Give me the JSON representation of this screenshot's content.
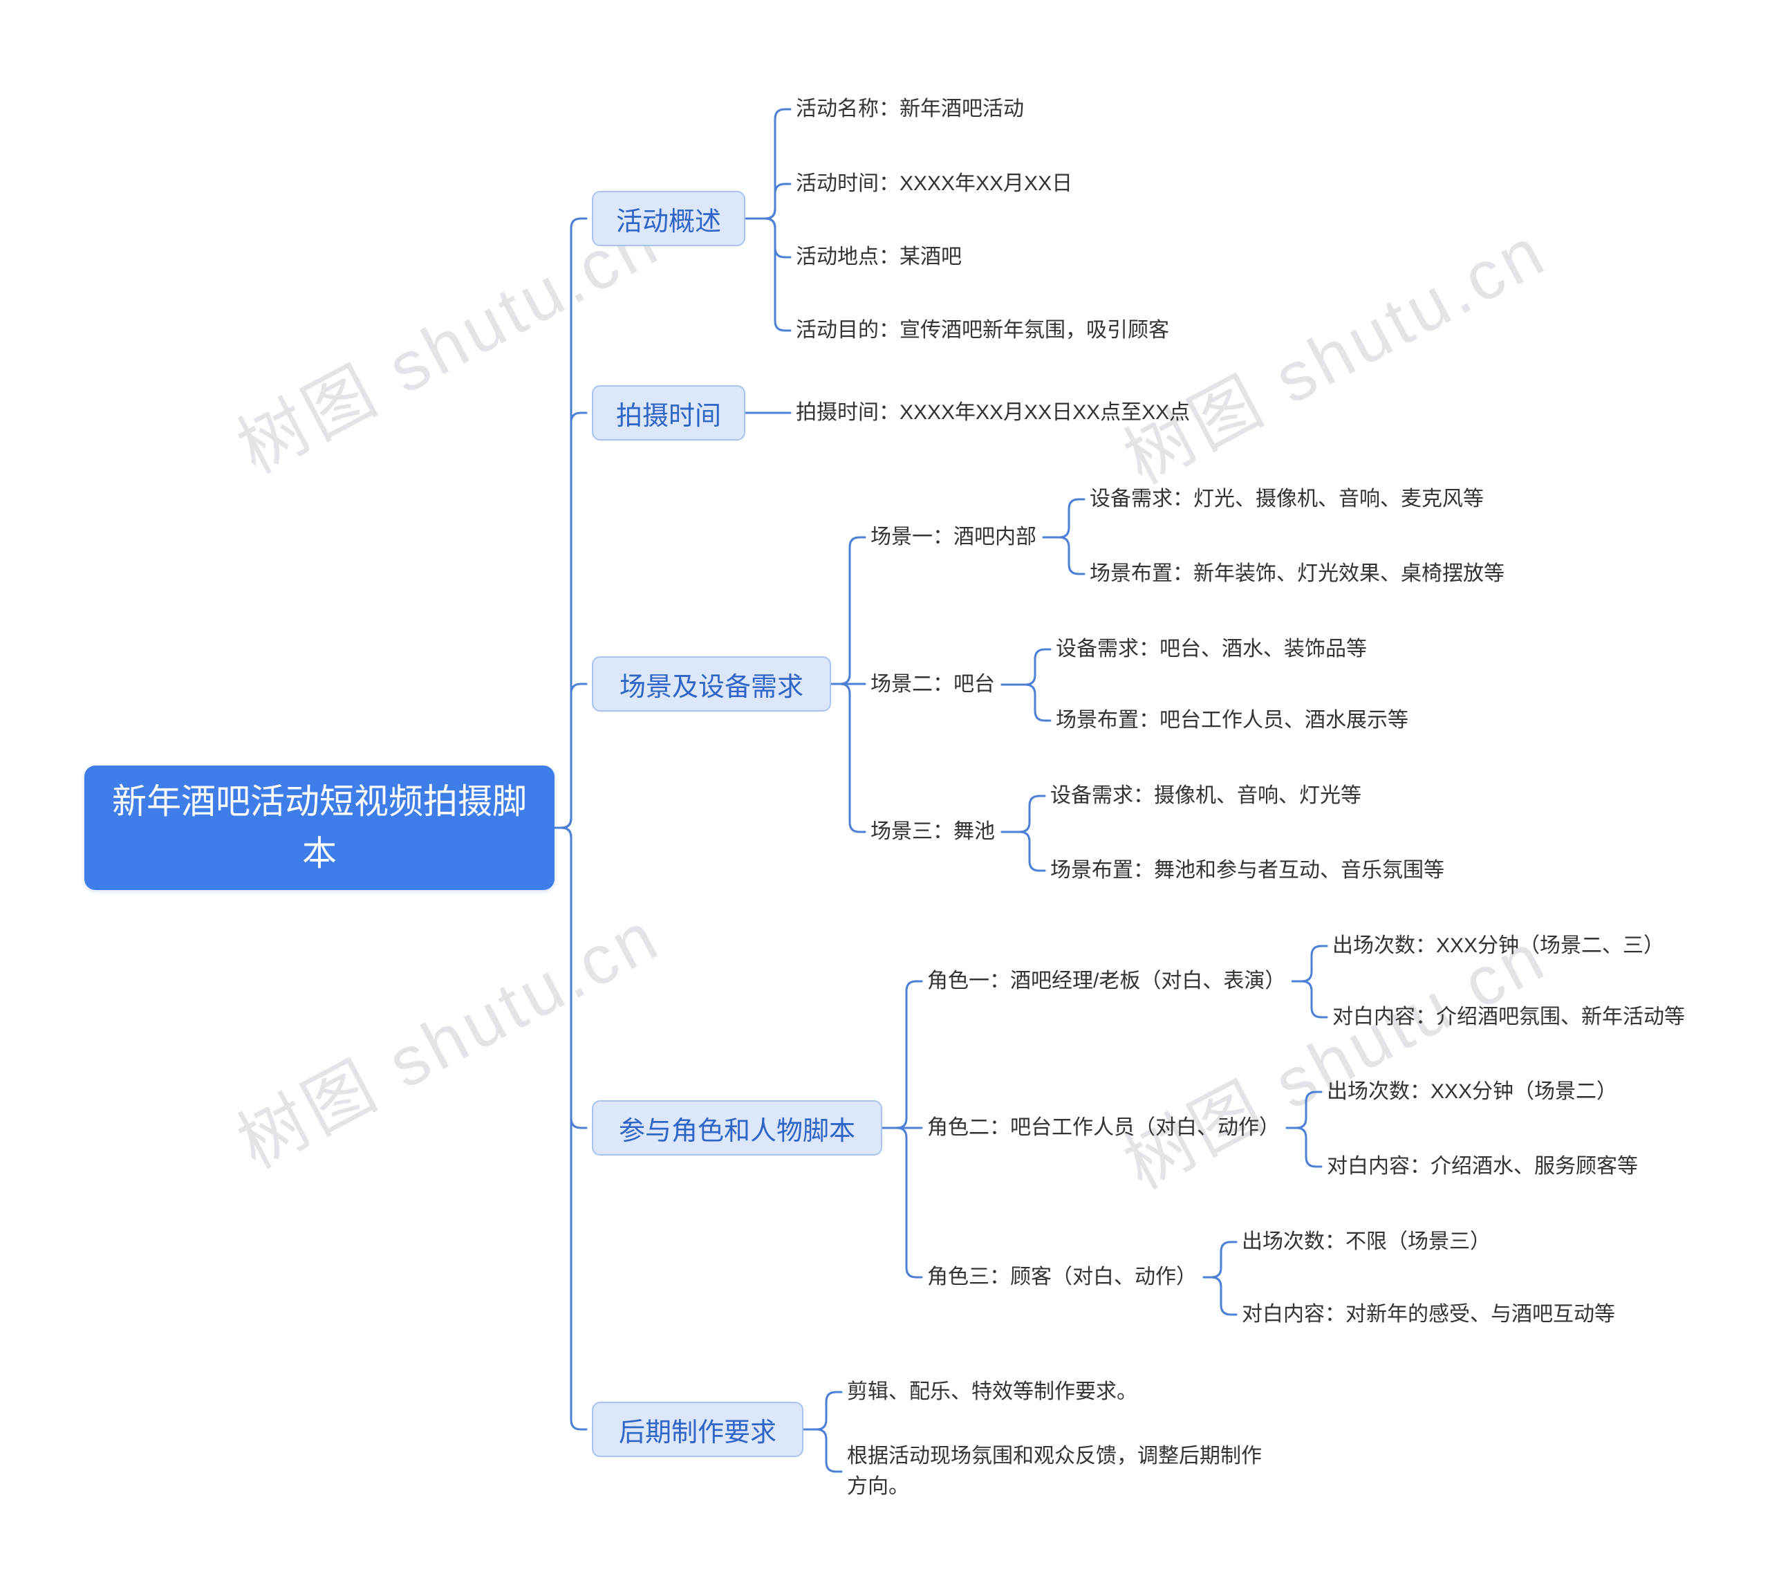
{
  "watermark": {
    "text": "树图 shutu.cn"
  },
  "root": {
    "label": "新年酒吧活动短视频拍摄脚本"
  },
  "branches": [
    {
      "label": "活动概述",
      "children": [
        {
          "label": "活动名称：新年酒吧活动"
        },
        {
          "label": "活动时间：XXXX年XX月XX日"
        },
        {
          "label": "活动地点：某酒吧"
        },
        {
          "label": "活动目的：宣传酒吧新年氛围，吸引顾客"
        }
      ]
    },
    {
      "label": "拍摄时间",
      "children": [
        {
          "label": "拍摄时间：XXXX年XX月XX日XX点至XX点"
        }
      ]
    },
    {
      "label": "场景及设备需求",
      "children": [
        {
          "label": "场景一：酒吧内部",
          "children": [
            {
              "label": "设备需求：灯光、摄像机、音响、麦克风等"
            },
            {
              "label": "场景布置：新年装饰、灯光效果、桌椅摆放等"
            }
          ]
        },
        {
          "label": "场景二：吧台",
          "children": [
            {
              "label": "设备需求：吧台、酒水、装饰品等"
            },
            {
              "label": "场景布置：吧台工作人员、酒水展示等"
            }
          ]
        },
        {
          "label": "场景三：舞池",
          "children": [
            {
              "label": "设备需求：摄像机、音响、灯光等"
            },
            {
              "label": "场景布置：舞池和参与者互动、音乐氛围等"
            }
          ]
        }
      ]
    },
    {
      "label": "参与角色和人物脚本",
      "children": [
        {
          "label": "角色一：酒吧经理/老板（对白、表演）",
          "children": [
            {
              "label": "出场次数：XXX分钟（场景二、三）"
            },
            {
              "label": "对白内容：介绍酒吧氛围、新年活动等"
            }
          ]
        },
        {
          "label": "角色二：吧台工作人员（对白、动作）",
          "children": [
            {
              "label": "出场次数：XXX分钟（场景二）"
            },
            {
              "label": "对白内容：介绍酒水、服务顾客等"
            }
          ]
        },
        {
          "label": "角色三：顾客（对白、动作）",
          "children": [
            {
              "label": "出场次数：不限（场景三）"
            },
            {
              "label": "对白内容：对新年的感受、与酒吧互动等"
            }
          ]
        }
      ]
    },
    {
      "label": "后期制作要求",
      "children": [
        {
          "label": "剪辑、配乐、特效等制作要求。"
        },
        {
          "label": "根据活动现场氛围和观众反馈，调整后期制作方向。"
        }
      ]
    }
  ],
  "colors": {
    "root_bg": "#3f7de8",
    "branch_bg": "#dce7f9",
    "branch_text": "#2f64c8",
    "edge": "#4b80d6",
    "leaf_text": "#333333",
    "watermark": "#cccfd4"
  }
}
